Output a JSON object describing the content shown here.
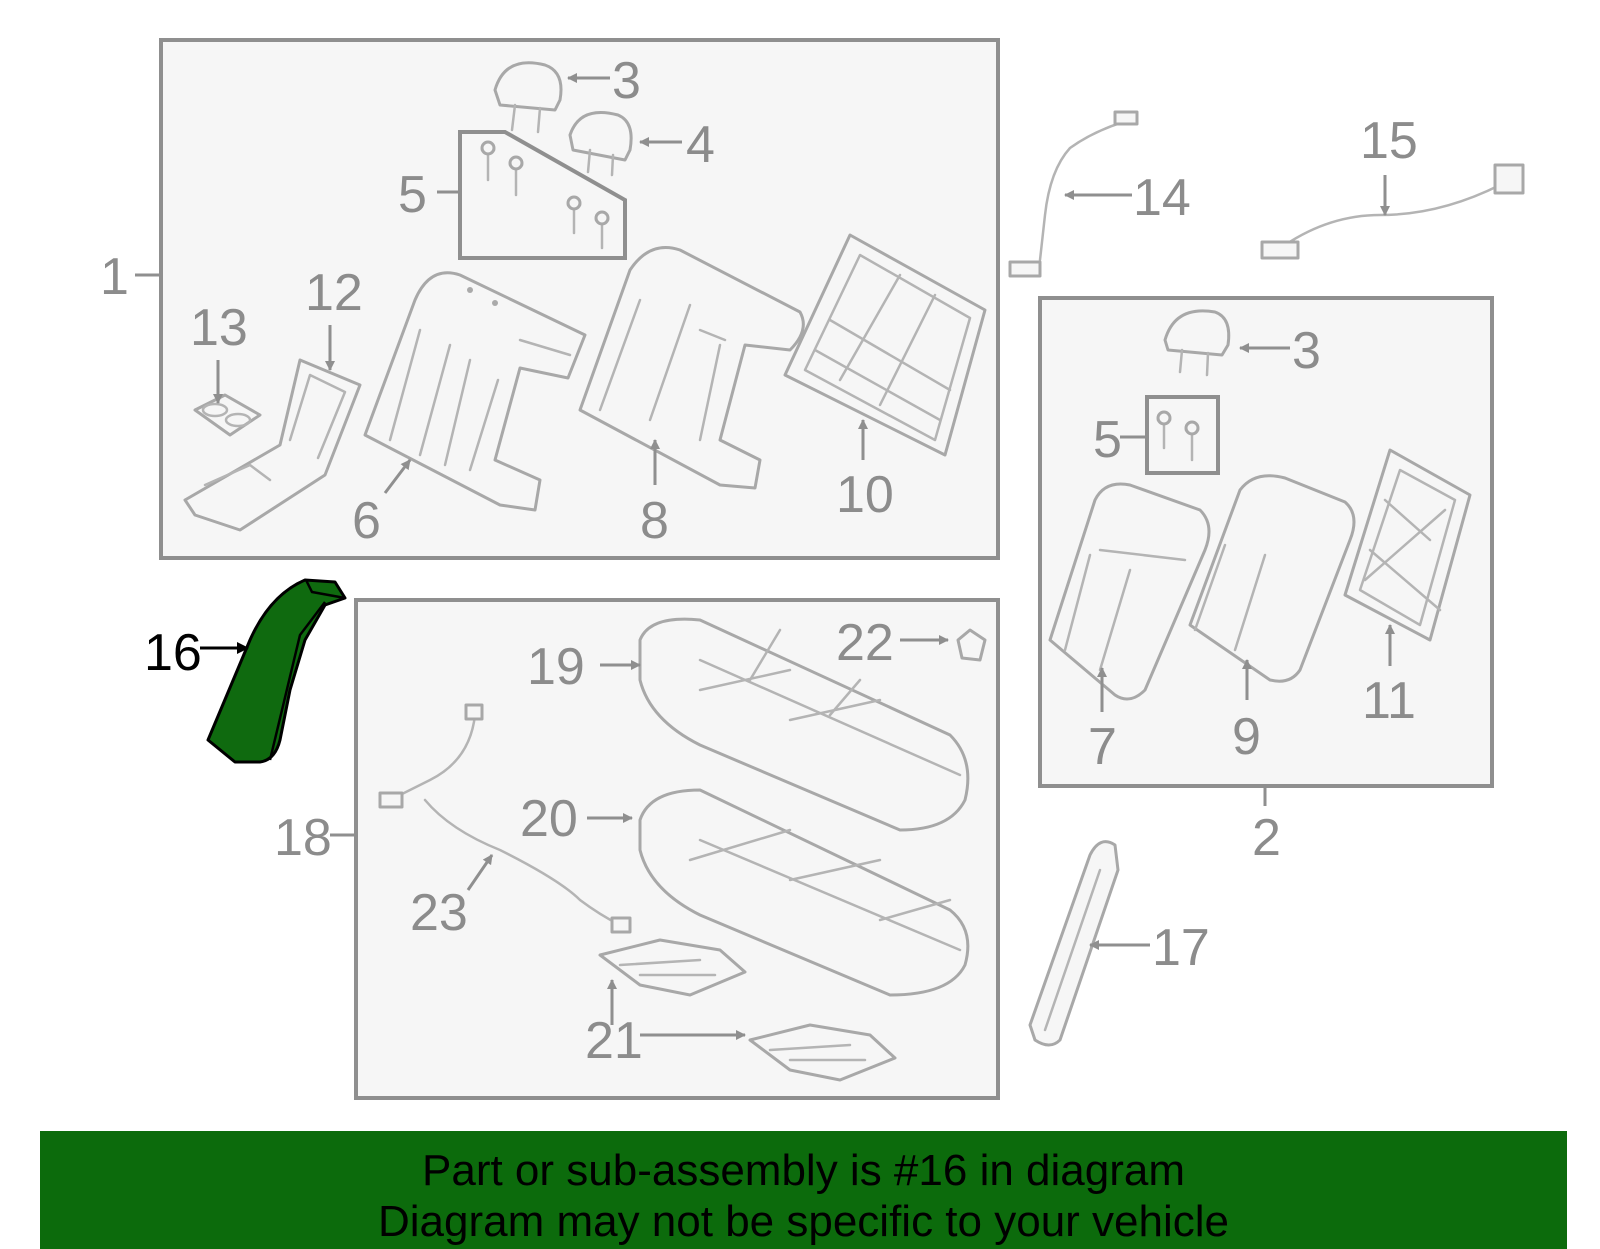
{
  "callouts": {
    "c1": "1",
    "c2": "2",
    "c3a": "3",
    "c3b": "3",
    "c4": "4",
    "c5a": "5",
    "c5b": "5",
    "c6": "6",
    "c7": "7",
    "c8": "8",
    "c9": "9",
    "c10": "10",
    "c11": "11",
    "c12": "12",
    "c13": "13",
    "c14": "14",
    "c15": "15",
    "c16": "16",
    "c17": "17",
    "c18": "18",
    "c19": "19",
    "c20": "20",
    "c21": "21",
    "c22": "22",
    "c23": "23"
  },
  "highlight": {
    "part": "16",
    "color": "#0c6b0c"
  },
  "banner": {
    "line1": "Part or sub-assembly is #16 in diagram",
    "line2": "Diagram may not be specific to your vehicle"
  }
}
